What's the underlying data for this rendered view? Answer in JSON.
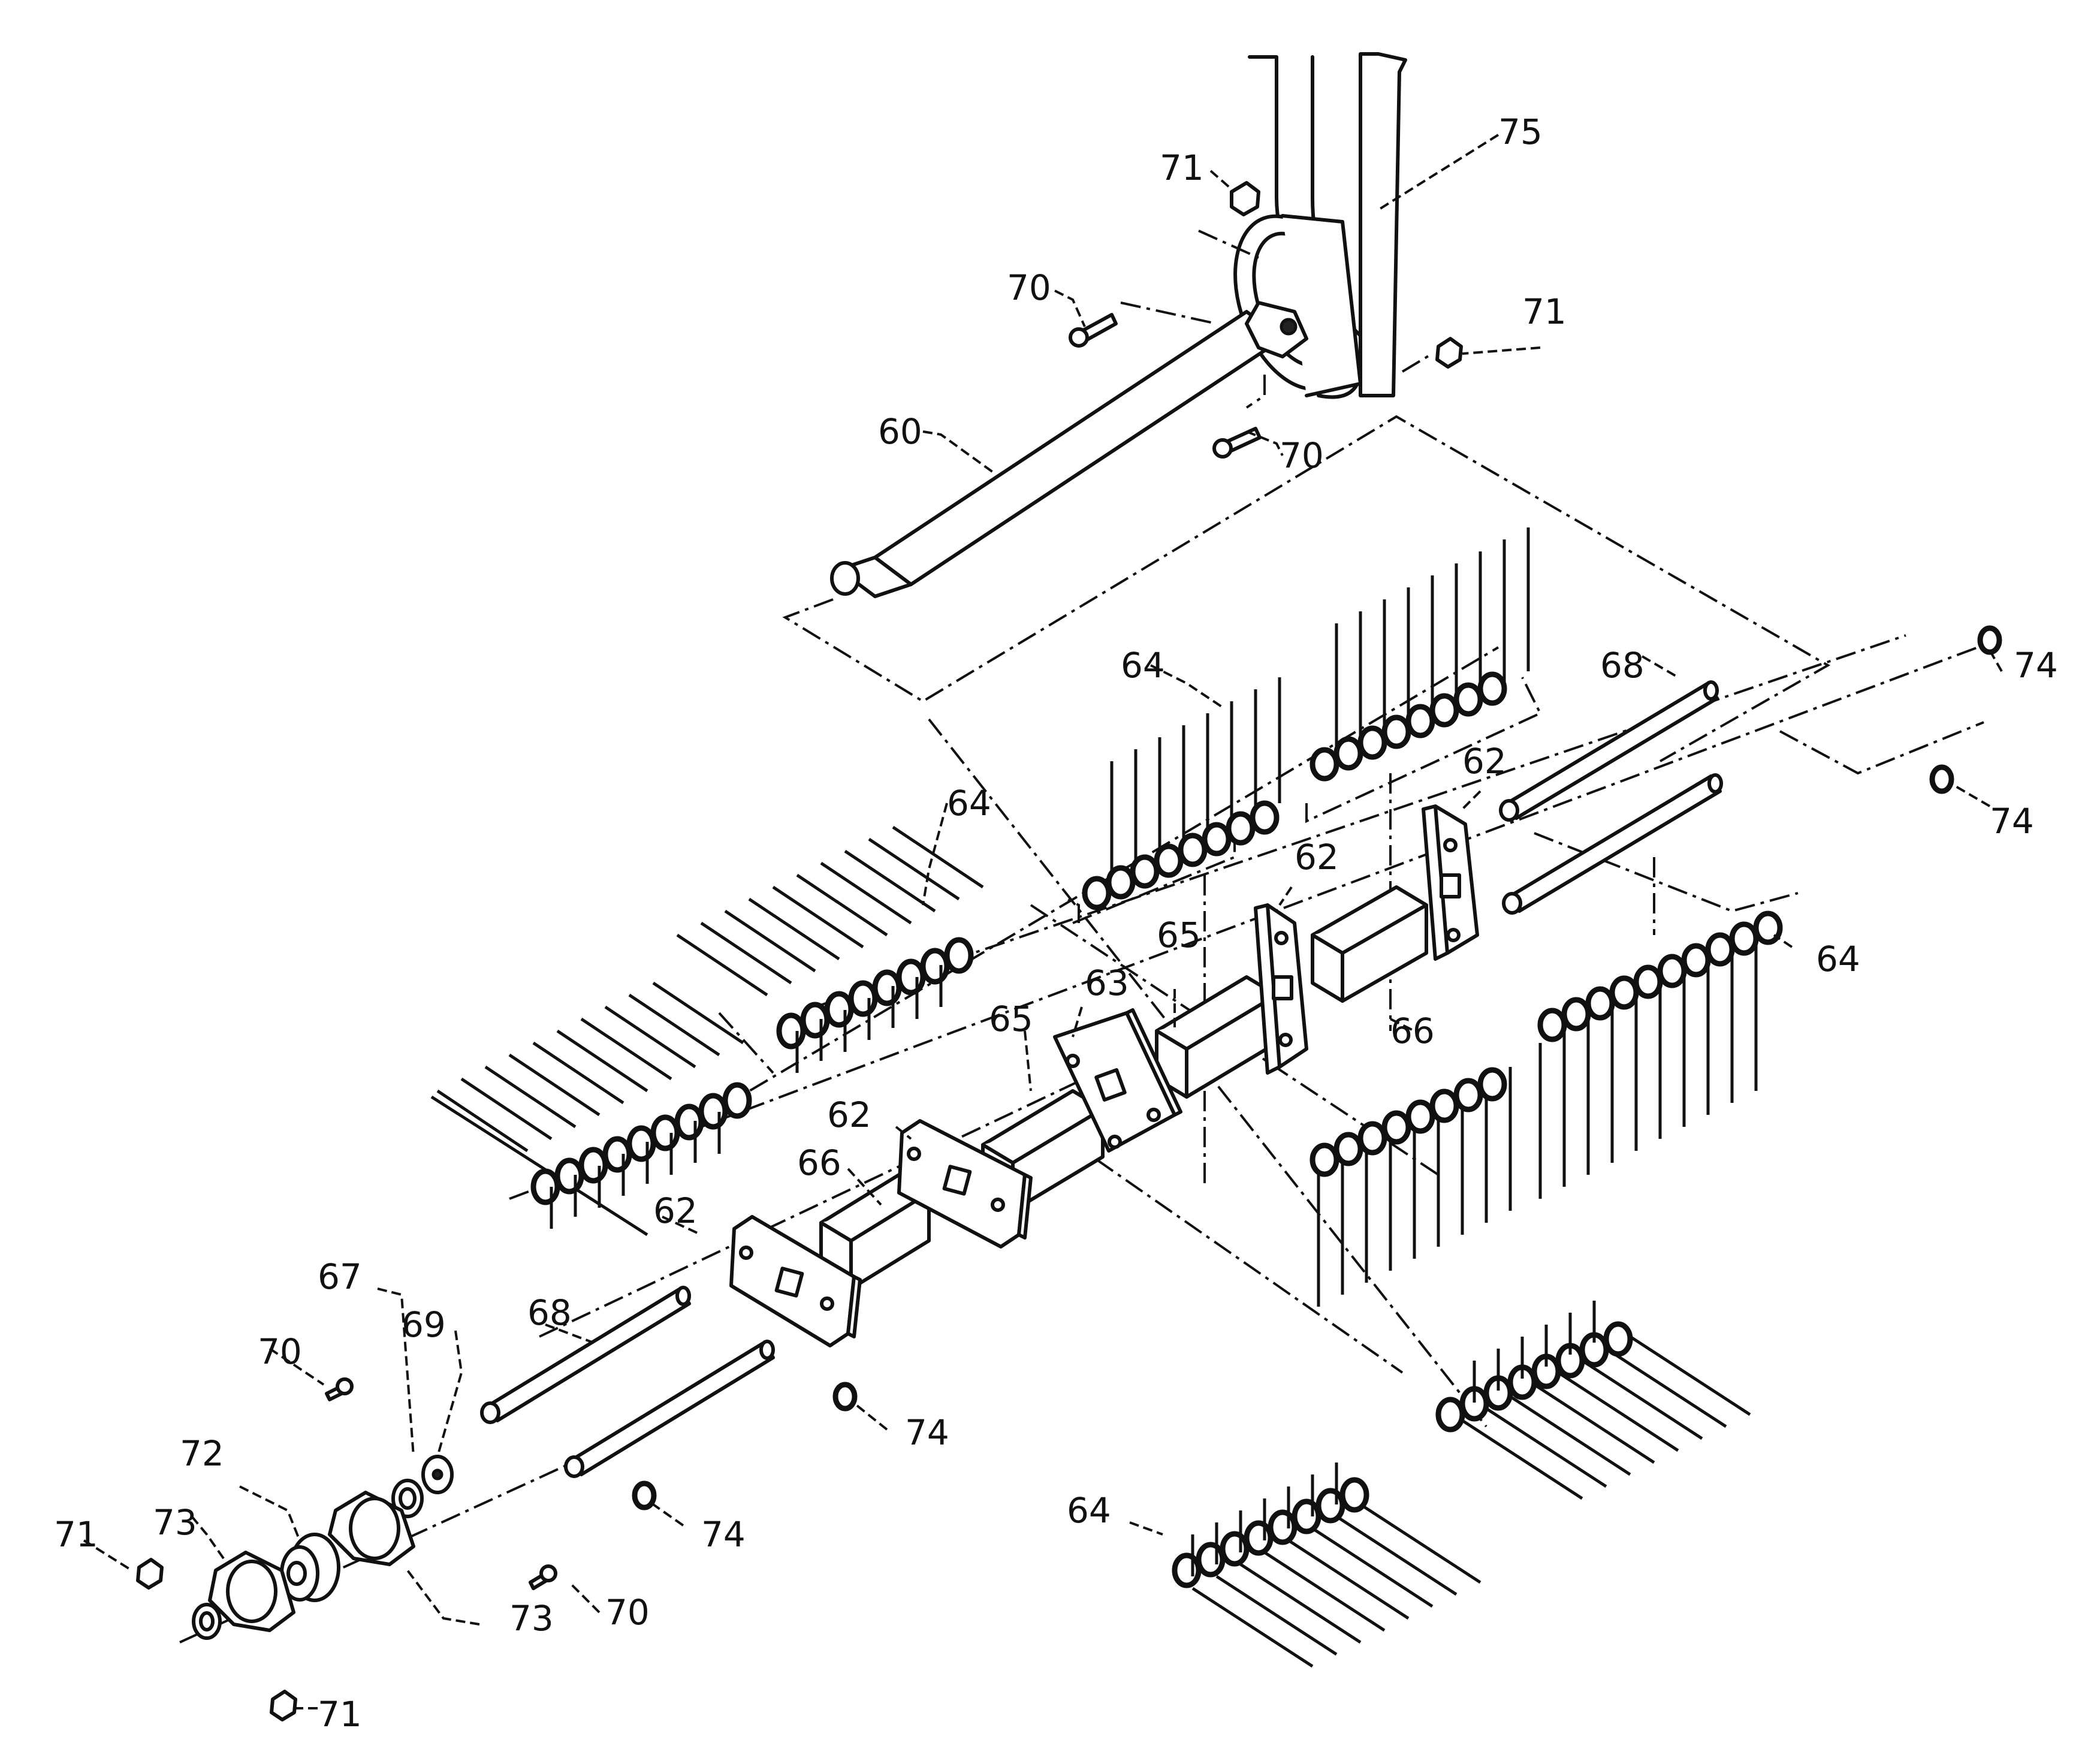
{
  "diagram": {
    "callouts": {
      "c60": "60",
      "c62a": "62",
      "c62b": "62",
      "c62c": "62",
      "c62d": "62",
      "c63": "63",
      "c64a": "64",
      "c64b": "64",
      "c64c": "64",
      "c64d": "64",
      "c65a": "65",
      "c65b": "65",
      "c66a": "66",
      "c66b": "66",
      "c67": "67",
      "c68a": "68",
      "c68b": "68",
      "c69": "69",
      "c70a": "70",
      "c70b": "70",
      "c70c": "70",
      "c70d": "70",
      "c71a": "71",
      "c71b": "71",
      "c71c": "71",
      "c71d": "71",
      "c72": "72",
      "c73a": "73",
      "c73b": "73",
      "c74a": "74",
      "c74b": "74",
      "c74c": "74",
      "c74d": "74",
      "c75": "75"
    }
  }
}
